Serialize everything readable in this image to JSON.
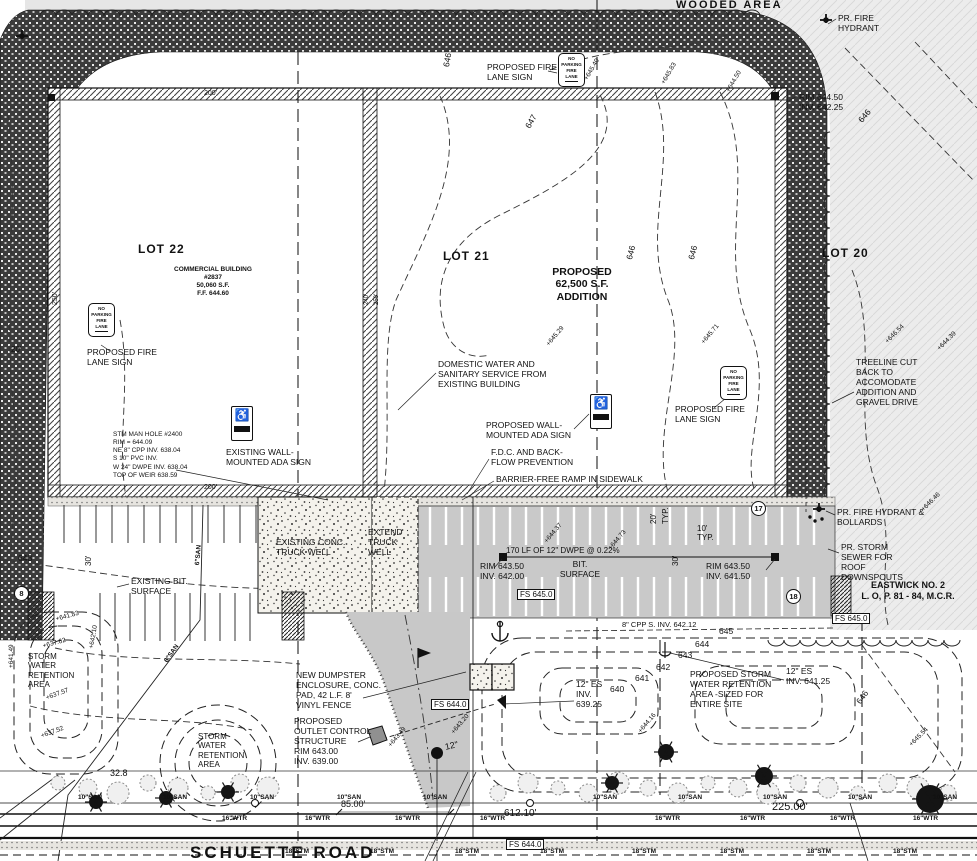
{
  "areas": {
    "wooded": "WOODED AREA",
    "lot22": "LOT 22",
    "lot21": "LOT 21",
    "lot20": "LOT 20",
    "eastwick_plat": "EASTWICK NO. 2\nL. O, P. 81 - 84, M.C.R.",
    "road_name": "SCHUETTE ROAD"
  },
  "building": {
    "existing_label": "COMMERCIAL BUILDING\n#2837\n50,060 S.F.\nF.F. 644.60",
    "addition_label": "PROPOSED\n62,500 S.F.\nADDITION"
  },
  "signs": {
    "no_parking": "NO\nPARKING\nFIRE\nLANE",
    "ada_glyph": "♿"
  },
  "callouts": {
    "pr_fire_hydrant": "PR. FIRE\nHYDRANT",
    "fire_lane_sign_top": "PROPOSED FIRE\nLANE SIGN",
    "fire_lane_sign_west": "PROPOSED FIRE\nLANE SIGN",
    "fire_lane_sign_east": "PROPOSED FIRE\nLANE SIGN",
    "rim_ne": "RIM 644.50\nINV. 642.25",
    "treeline": "TREELINE CUT\nBACK TO\nACCOMODATE\nADDITION AND\nGRAVEL DRIVE",
    "domestic": "DOMESTIC WATER AND\nSANITARY SERVICE FROM\nEXISTING BUILDING",
    "stm_manhole": "STM MAN HOLE #2400\nRIM = 644.09\nNE 8\" CPP INV. 638.04\nS 10\" PVC INV.\nW 24\" DWPE INV. 638.04\nTOP OF WEIR 638.59",
    "existing_ada": "EXISTING WALL-\nMOUNTED ADA SIGN",
    "proposed_ada": "PROPOSED WALL-\nMOUNTED ADA SIGN",
    "fdc": "F.D.C. AND BACK-\nFLOW PREVENTION",
    "barrier_free": "BARRIER-FREE RAMP IN SIDEWALK",
    "hydrant_bollards": "PR. FIRE HYDRANT &\nBOLLARDS",
    "storm_sewer_roof": "PR. STORM\nSEWER FOR\nROOF\nDOWNSPOUTS",
    "existing_truck_well": "EXISTING CONC.\nTRUCK WELL",
    "extend_truck_well": "EXTEND\nTRUCK\nWELL",
    "existing_bit": "EXISTING BIT.\nSURFACE",
    "bit_surface": "BIT.\nSURFACE",
    "rim_w": "RIM 643.50\nINV. 642.00",
    "rim_e": "RIM 643.50\nINV. 641.50",
    "es_west": "12\" ES\nINV.\n639.25",
    "es_east": "12\" ES\nINV. 641.25",
    "retention_main": "PROPOSED STORM\nWATER RETENTION\nAREA -SIZED FOR\nENTIRE SITE",
    "retention_sw1": "STORM\nWATER\nRETENTION\nAREA",
    "retention_sw2": "STORM\nWATER\nRETENTION\nAREA",
    "dumpster": "NEW DUMPSTER\nENCLOSURE, CONC.\nPAD, 42 L.F. 8'\nVINYL FENCE",
    "outlet": "PROPOSED\nOUTLET CONTROL\nSTRUCTURE\nRIM 643.00\nINV. 639.00"
  },
  "spot_grades": {
    "fs645": "FS 645.0",
    "fs644": "FS 644.0"
  },
  "contours": {
    "c640": "640",
    "c641": "641",
    "c642": "642",
    "c643": "643",
    "c644": "644",
    "c645": "645",
    "c646": "646",
    "c647": "647"
  },
  "elevations": [
    "+645.40",
    "+645.83",
    "+644.50",
    "+645.29",
    "+645.71",
    "+646.54",
    "+644.39",
    "+646.46",
    "+644.37",
    "+644.73",
    "+643.20",
    "+643.49",
    "+644.16",
    "+645.54",
    "+641.83",
    "+642.10",
    "+637.62",
    "+637.57",
    "+637.52",
    "+641.49"
  ],
  "dimensions": {
    "d200": "200'",
    "d250": "250'",
    "d240": "240'",
    "d20": "20'",
    "d10": "10'",
    "d30": "30'",
    "typ": "TYP.",
    "d32_8": "32.8",
    "d85": "85.00'",
    "d612": "612.10'",
    "d225": "225.00'"
  },
  "utilities": {
    "san10": "10\"SAN",
    "wtr16": "16\"WTR",
    "stm18": "18\"STM",
    "san6": "6\"SAN",
    "pipe12": "12\"",
    "dwpe": "170 LF OF 12\" DWPE @ 0.22%",
    "cpp": "8\" CPP S. INV. 642.12"
  },
  "keynotes": {
    "k17": "17",
    "k18": "18",
    "k8": "8"
  }
}
